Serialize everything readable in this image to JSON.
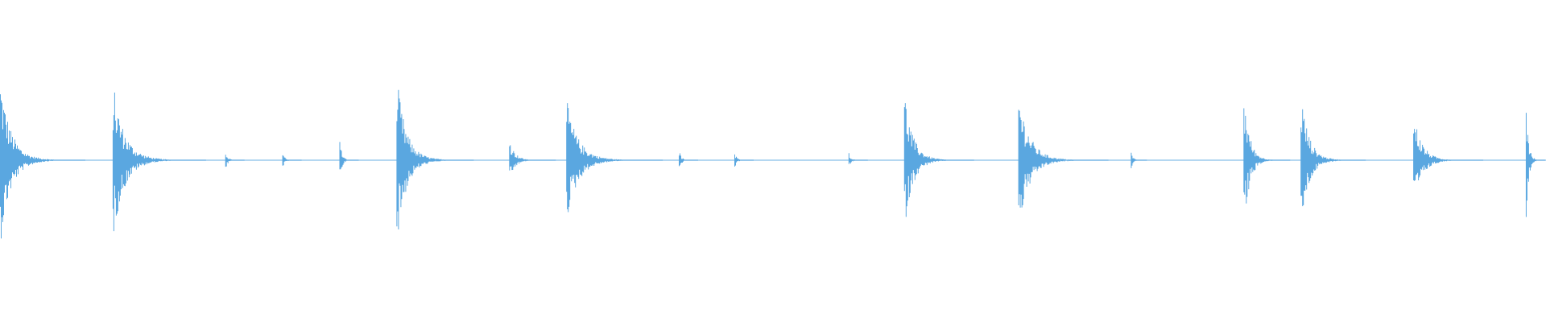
{
  "waveform": {
    "color": "#5aa7e0",
    "background": "#ffffff",
    "hits": [
      {
        "time": 0.0,
        "amplitude": 1.0,
        "sustain": 0.85,
        "tail": 0.055
      },
      {
        "time": 0.073,
        "amplitude": 0.95,
        "sustain": 0.75,
        "tail": 0.06
      },
      {
        "time": 0.146,
        "amplitude": 0.12,
        "sustain": 0.7,
        "tail": 0.012
      },
      {
        "time": 0.183,
        "amplitude": 0.1,
        "sustain": 0.7,
        "tail": 0.012
      },
      {
        "time": 0.22,
        "amplitude": 0.26,
        "sustain": 0.55,
        "tail": 0.012
      },
      {
        "time": 0.257,
        "amplitude": 1.0,
        "sustain": 0.8,
        "tail": 0.05
      },
      {
        "time": 0.33,
        "amplitude": 0.26,
        "sustain": 0.55,
        "tail": 0.03
      },
      {
        "time": 0.367,
        "amplitude": 0.74,
        "sustain": 0.7,
        "tail": 0.062
      },
      {
        "time": 0.44,
        "amplitude": 0.13,
        "sustain": 0.6,
        "tail": 0.012
      },
      {
        "time": 0.476,
        "amplitude": 0.1,
        "sustain": 0.6,
        "tail": 0.012
      },
      {
        "time": 0.55,
        "amplitude": 0.1,
        "sustain": 0.6,
        "tail": 0.012
      },
      {
        "time": 0.586,
        "amplitude": 0.84,
        "sustain": 0.7,
        "tail": 0.045
      },
      {
        "time": 0.66,
        "amplitude": 0.84,
        "sustain": 0.75,
        "tail": 0.058
      },
      {
        "time": 0.733,
        "amplitude": 0.11,
        "sustain": 0.6,
        "tail": 0.01
      },
      {
        "time": 0.806,
        "amplitude": 0.87,
        "sustain": 0.72,
        "tail": 0.03
      },
      {
        "time": 0.843,
        "amplitude": 0.84,
        "sustain": 0.75,
        "tail": 0.042
      },
      {
        "time": 0.916,
        "amplitude": 0.6,
        "sustain": 0.6,
        "tail": 0.045
      },
      {
        "time": 0.989,
        "amplitude": 0.77,
        "sustain": 0.7,
        "tail": 0.012
      }
    ]
  }
}
